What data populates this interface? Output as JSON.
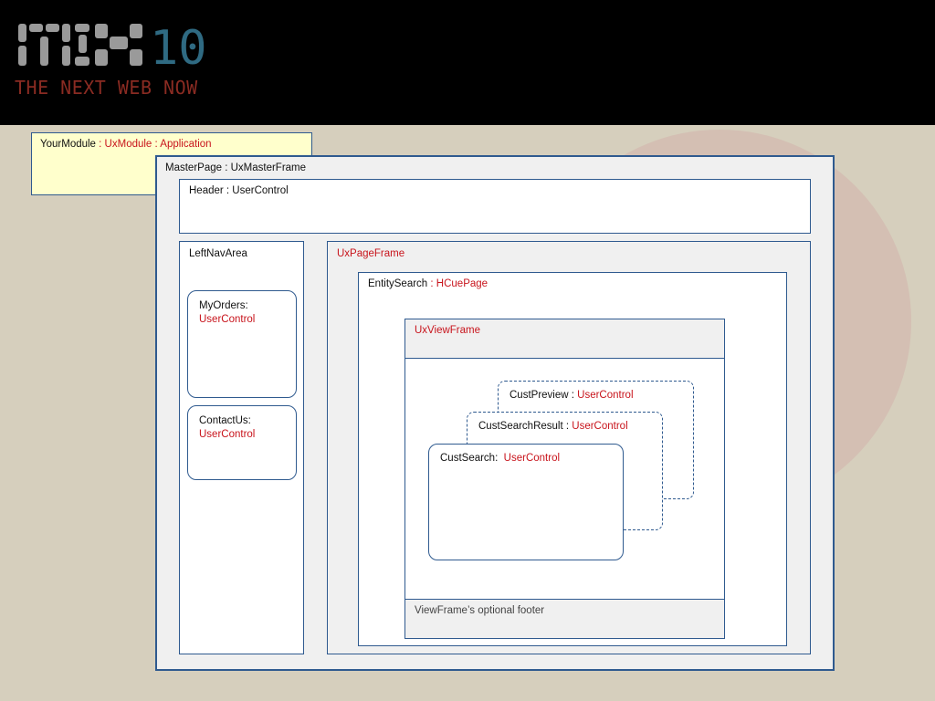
{
  "logo": {
    "mark": "MIX",
    "number": "10",
    "tagline": "THE NEXT WEB NOW"
  },
  "module": {
    "name": "YourModule",
    "type": " : UxModule : Application"
  },
  "master_page": {
    "label": "MasterPage : UxMasterFrame"
  },
  "header": {
    "label": "Header : UserControl"
  },
  "left_nav": {
    "label": "LeftNavArea",
    "my_orders": {
      "name": "MyOrders:",
      "type": "UserControl"
    },
    "contact_us": {
      "name": "ContactUs:",
      "type": "UserControl"
    }
  },
  "page_frame": {
    "label": "UxPageFrame"
  },
  "entity_search": {
    "name": "EntitySearch",
    "type": " : HCuePage"
  },
  "view_frame": {
    "label": "UxViewFrame",
    "footer": "ViewFrame’s optional footer"
  },
  "cust_preview": {
    "name": "CustPreview : ",
    "type": "UserControl"
  },
  "cust_search_result": {
    "name": "CustSearchResult : ",
    "type": "UserControl"
  },
  "cust_search": {
    "name": "CustSearch:  ",
    "type": "UserControl"
  },
  "colors": {
    "banner": "#000000",
    "background": "#d6cfbd",
    "border": "#2f5a8f",
    "accent_red": "#c8141c",
    "module_fill": "#ffffcc"
  }
}
